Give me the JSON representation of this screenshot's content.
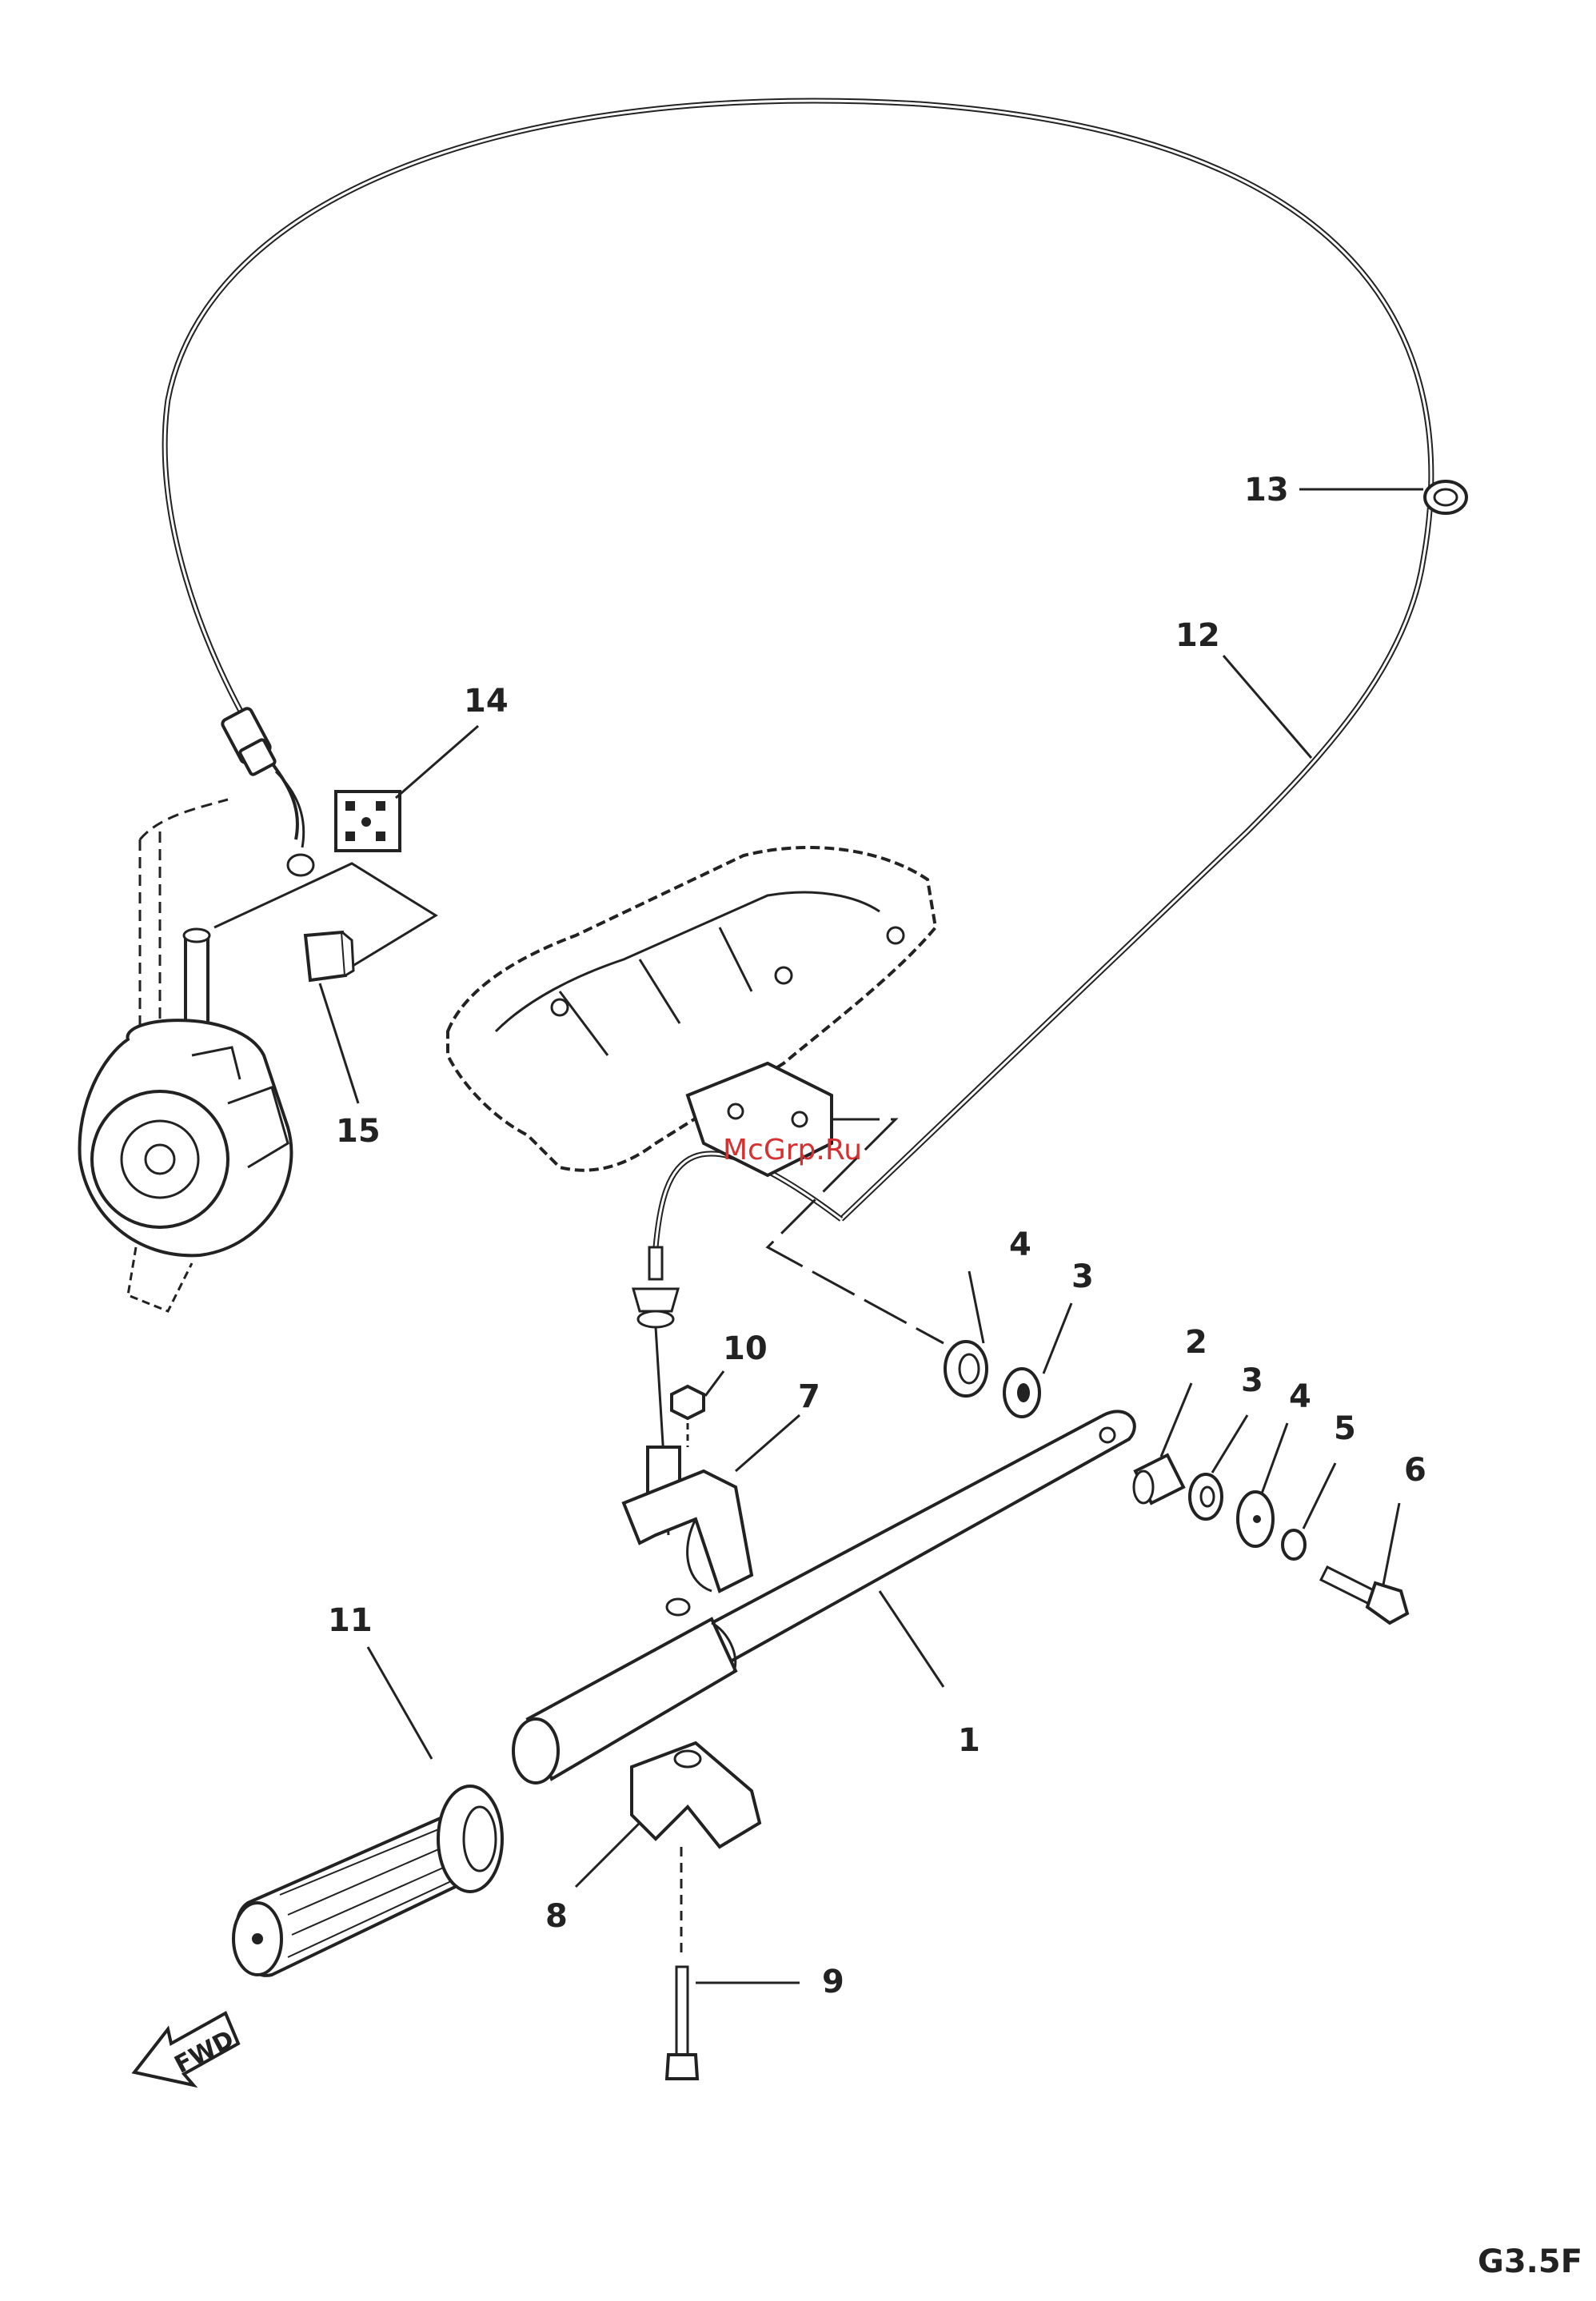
{
  "diagram": {
    "callouts": [
      "1",
      "2",
      "3",
      "4",
      "5",
      "6",
      "7",
      "8",
      "9",
      "10",
      "11",
      "12",
      "13",
      "14",
      "15"
    ],
    "callout_repeat_3": "3",
    "callout_repeat_4": "4",
    "watermark": "McGrp.Ru",
    "direction_label": "FWD",
    "figure_code": "G3.5F"
  },
  "colors": {
    "ink": "#222222",
    "watermark": "#d63030"
  }
}
